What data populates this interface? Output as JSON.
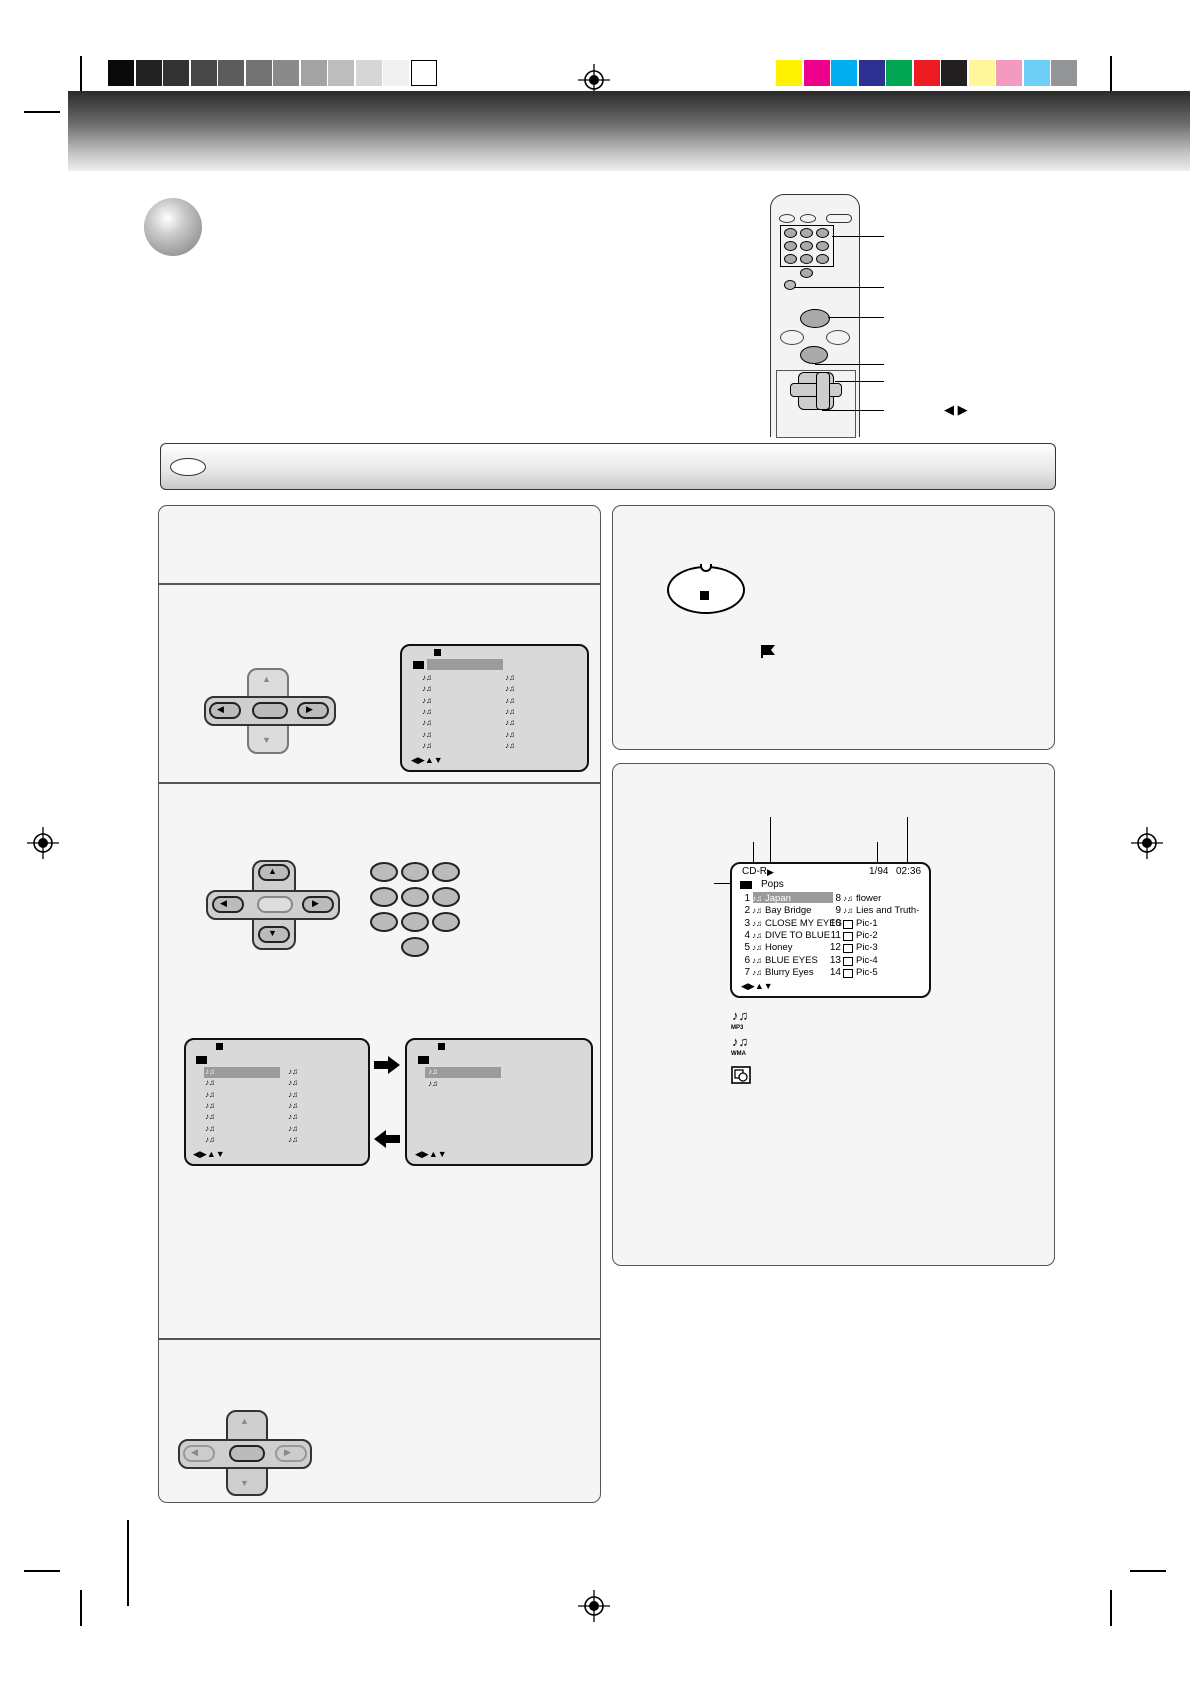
{
  "colors": {
    "grayscale_bar": [
      "#0a0a0a",
      "#222222",
      "#333333",
      "#474747",
      "#5c5c5c",
      "#737373",
      "#8a8a8a",
      "#a3a3a3",
      "#bdbdbd",
      "#d6d6d6",
      "#f0f0f0",
      "#ffffff"
    ],
    "color_bar": [
      "#fff200",
      "#ec008c",
      "#00aeef",
      "#2e3192",
      "#00a651",
      "#ed1c24",
      "#231f20",
      "#fff799",
      "#f49ac1",
      "#6dcff6",
      "#939598"
    ]
  },
  "icons": {
    "arrow_set": "◀▶▲▼",
    "folder": "folder-icon",
    "mp3": "mp3-icon",
    "wma": "wma-icon",
    "picture": "jpeg-icon",
    "stop": "stop-icon",
    "play": "play-icon",
    "bookmark": "bookmark-icon"
  },
  "remote": {
    "left_right_arrows": "◀ ▶"
  },
  "example_screen": {
    "disc": "CD-R",
    "play_symbol": "▶",
    "track_count": "1/94",
    "elapsed": "02:36",
    "folder": "Pops",
    "left_column": [
      {
        "num": "1",
        "name": "Japan"
      },
      {
        "num": "2",
        "name": "Bay Bridge"
      },
      {
        "num": "3",
        "name": "CLOSE MY EYES"
      },
      {
        "num": "4",
        "name": "DIVE TO BLUE"
      },
      {
        "num": "5",
        "name": "Honey"
      },
      {
        "num": "6",
        "name": "BLUE EYES"
      },
      {
        "num": "7",
        "name": "Blurry Eyes"
      }
    ],
    "right_column": [
      {
        "num": "8",
        "name": "flower"
      },
      {
        "num": "9",
        "name": "Lies and Truth-"
      },
      {
        "num": "10",
        "name": "Pic-1"
      },
      {
        "num": "11",
        "name": "Pic-2"
      },
      {
        "num": "12",
        "name": "Pic-3"
      },
      {
        "num": "13",
        "name": "Pic-4"
      },
      {
        "num": "14",
        "name": "Pic-5"
      }
    ]
  }
}
